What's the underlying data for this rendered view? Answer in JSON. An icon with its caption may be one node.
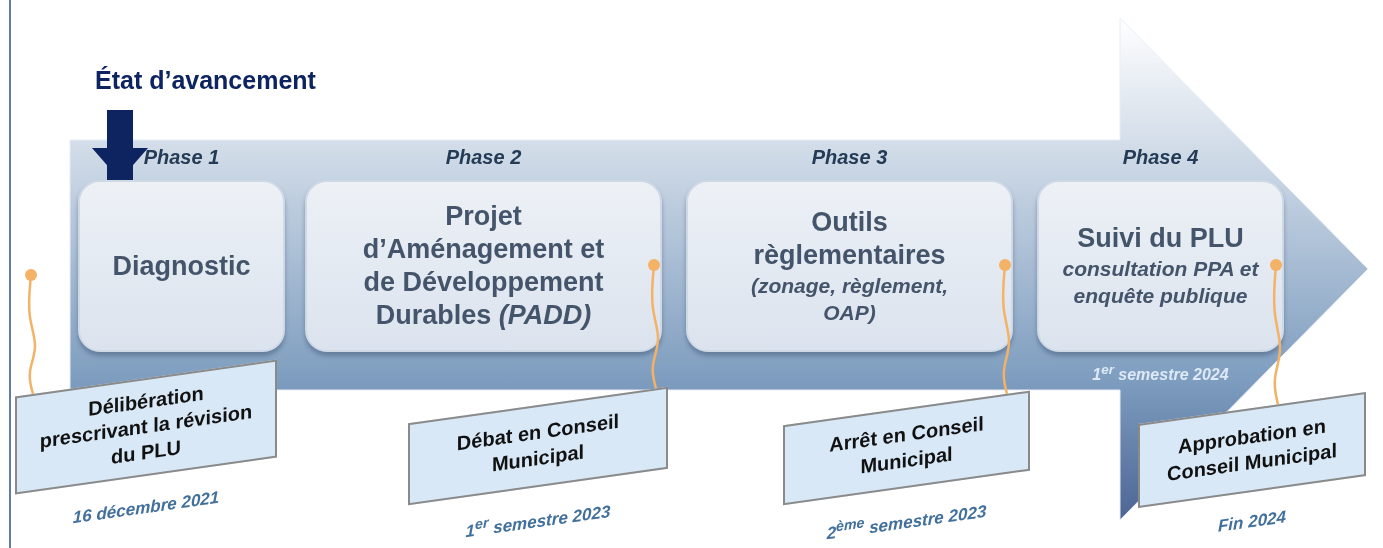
{
  "diagram": {
    "nodes": [
      {
        "text": [],
        "shape": "arrow"
      },
      {
        "text": [
          "État d’avancement"
        ]
      },
      {
        "text": [
          "Phase 1",
          "Diagnostic"
        ],
        "in": 0
      },
      {
        "text": [
          "Phase 2",
          "Projet d’Aménagement et de Développement Durables *(PADD)*"
        ],
        "in": 0
      },
      {
        "text": [
          "Phase 3",
          "Outils règlementaires",
          "(zonage, règlement, OAP)"
        ],
        "in": 0
      },
      {
        "text": [
          "Phase 4",
          "Suivi du PLU",
          "consultation PPA et enquête publique"
        ],
        "in": 0,
        "beside": [
          "1$^{er}$ semestre 2024"
        ]
      },
      {
        "text": [
          "Délibération prescrivant la révision du PLU"
        ],
        "beside": [
          "16 décembre 2021"
        ]
      },
      {
        "text": [
          "Débat en Conseil Municipal"
        ],
        "beside": [
          "1$^{er}$ semestre 2023"
        ]
      },
      {
        "text": [
          "Arrêt en Conseil Municipal"
        ],
        "beside": [
          "2$^{ème}$ semestre 2023"
        ]
      },
      {
        "text": [
          "Approbation en Conseil Municipal"
        ],
        "beside": [
          "Fin 2024"
        ]
      }
    ],
    "edges": [
      {
        "from": 1,
        "to": 2,
        "arrow": "to",
        "style": "thick",
        "color": "#0d2461"
      },
      {
        "from": null,
        "to": 6,
        "arrow": "other"
      },
      {
        "from": 3,
        "to": 7,
        "arrow": "other"
      },
      {
        "from": 4,
        "to": 8,
        "arrow": "other"
      },
      {
        "from": 5,
        "to": 9,
        "arrow": "other"
      }
    ]
  }
}
